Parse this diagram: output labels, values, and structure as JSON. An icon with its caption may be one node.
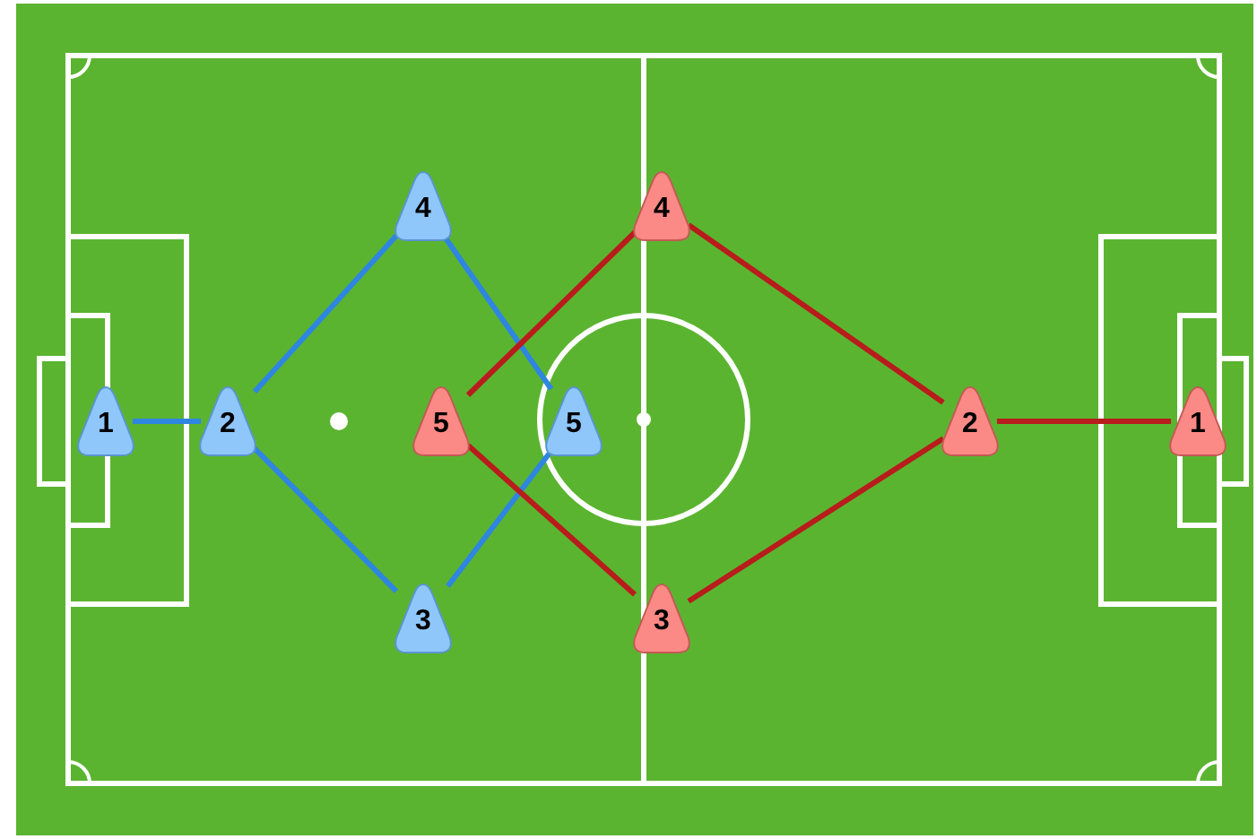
{
  "diagram": {
    "nodes": [
      {
        "text": [
          "1"
        ]
      },
      {
        "text": [
          "2"
        ]
      },
      {
        "text": [
          "4"
        ]
      },
      {
        "text": [
          "3"
        ]
      },
      {
        "text": [
          "5"
        ]
      },
      {
        "text": [
          "5"
        ]
      },
      {
        "text": [
          "4"
        ]
      },
      {
        "text": [
          "3"
        ]
      },
      {
        "text": [
          "2"
        ]
      },
      {
        "text": [
          "1"
        ]
      }
    ],
    "edges": [
      {
        "from": 0,
        "to": 1,
        "arrow": "none",
        "color": "#2f86e0"
      },
      {
        "from": 1,
        "to": 2,
        "arrow": "none",
        "color": "#2f86e0"
      },
      {
        "from": 1,
        "to": 3,
        "arrow": "none",
        "color": "#2f86e0"
      },
      {
        "from": 2,
        "to": 5,
        "arrow": "none",
        "color": "#2f86e0"
      },
      {
        "from": 3,
        "to": 5,
        "arrow": "none",
        "color": "#2f86e0"
      },
      {
        "from": 9,
        "to": 8,
        "arrow": "none",
        "color": "#b81c1c"
      },
      {
        "from": 8,
        "to": 6,
        "arrow": "none",
        "color": "#b81c1c"
      },
      {
        "from": 8,
        "to": 7,
        "arrow": "none",
        "color": "#b81c1c"
      },
      {
        "from": 6,
        "to": 4,
        "arrow": "none",
        "color": "#b81c1c"
      },
      {
        "from": 7,
        "to": 4,
        "arrow": "none",
        "color": "#b81c1c"
      }
    ]
  }
}
